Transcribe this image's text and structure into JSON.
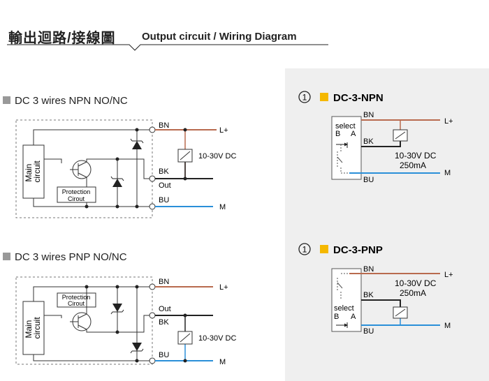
{
  "header": {
    "title_cn": "輸出迴路/接線圖",
    "title_en": "Output circuit / Wiring Diagram"
  },
  "left": {
    "npn": {
      "title": "DC 3 wires NPN NO/NC",
      "main_circuit": [
        "Main",
        "circuit"
      ],
      "protection": [
        "Protection",
        "Cirout"
      ],
      "bn": "BN",
      "bk": "BK",
      "out": "Out",
      "bu": "BU",
      "lplus": "L+",
      "m": "M",
      "voltage": "10-30V DC"
    },
    "pnp": {
      "title": "DC 3 wires PNP NO/NC",
      "main_circuit": [
        "Main",
        "circuit"
      ],
      "protection": [
        "Protection",
        "Cirout"
      ],
      "bn": "BN",
      "out": "Out",
      "bk": "BK",
      "bu": "BU",
      "lplus": "L+",
      "m": "M",
      "voltage": "10-30V DC"
    }
  },
  "right": {
    "npn": {
      "num": "1",
      "title": "DC-3-NPN",
      "select": "select",
      "b": "B",
      "a": "A",
      "bn": "BN",
      "bk": "BK",
      "bu": "BU",
      "lplus": "L+",
      "m": "M",
      "voltage": "10-30V DC",
      "current": "250mA"
    },
    "pnp": {
      "num": "1",
      "title": "DC-3-PNP",
      "select": "select",
      "b": "B",
      "a": "A",
      "bn": "BN",
      "bk": "BK",
      "bu": "BU",
      "lplus": "L+",
      "m": "M",
      "voltage": "10-30V DC",
      "current": "250mA"
    }
  },
  "colors": {
    "brown": "#b86a4e",
    "black": "#222222",
    "blue": "#2a8fd8",
    "orange": "#f5b800",
    "panel": "#efefef"
  }
}
